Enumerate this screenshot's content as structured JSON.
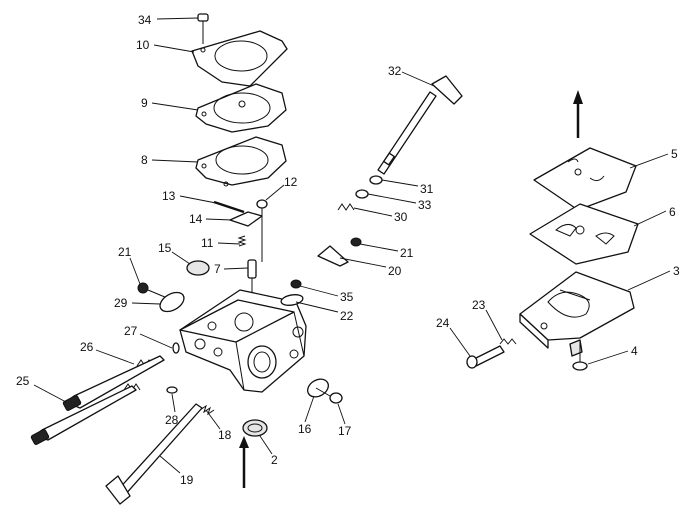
{
  "callouts": [
    {
      "id": "c1",
      "text": "34"
    },
    {
      "id": "c2",
      "text": "10"
    },
    {
      "id": "c3",
      "text": "9"
    },
    {
      "id": "c4",
      "text": "8"
    },
    {
      "id": "c5",
      "text": "13"
    },
    {
      "id": "c6",
      "text": "12"
    },
    {
      "id": "c7",
      "text": "14"
    },
    {
      "id": "c8",
      "text": "11"
    },
    {
      "id": "c9",
      "text": "15"
    },
    {
      "id": "c10",
      "text": "21"
    },
    {
      "id": "c11",
      "text": "7"
    },
    {
      "id": "c12",
      "text": "29"
    },
    {
      "id": "c13",
      "text": "27"
    },
    {
      "id": "c14",
      "text": "26"
    },
    {
      "id": "c15",
      "text": "25"
    },
    {
      "id": "c16",
      "text": "28"
    },
    {
      "id": "c17",
      "text": "18"
    },
    {
      "id": "c18",
      "text": "19"
    },
    {
      "id": "c19",
      "text": "2"
    },
    {
      "id": "c20",
      "text": "16"
    },
    {
      "id": "c21",
      "text": "17"
    },
    {
      "id": "c22",
      "text": "22"
    },
    {
      "id": "c23",
      "text": "35"
    },
    {
      "id": "c24",
      "text": "20"
    },
    {
      "id": "c25",
      "text": "21"
    },
    {
      "id": "c26",
      "text": "30"
    },
    {
      "id": "c27",
      "text": "33"
    },
    {
      "id": "c28",
      "text": "31"
    },
    {
      "id": "c29",
      "text": "32"
    },
    {
      "id": "c30",
      "text": "5"
    },
    {
      "id": "c31",
      "text": "6"
    },
    {
      "id": "c32",
      "text": "3"
    },
    {
      "id": "c33",
      "text": "23"
    },
    {
      "id": "c34",
      "text": "24"
    },
    {
      "id": "c35",
      "text": "4"
    }
  ]
}
